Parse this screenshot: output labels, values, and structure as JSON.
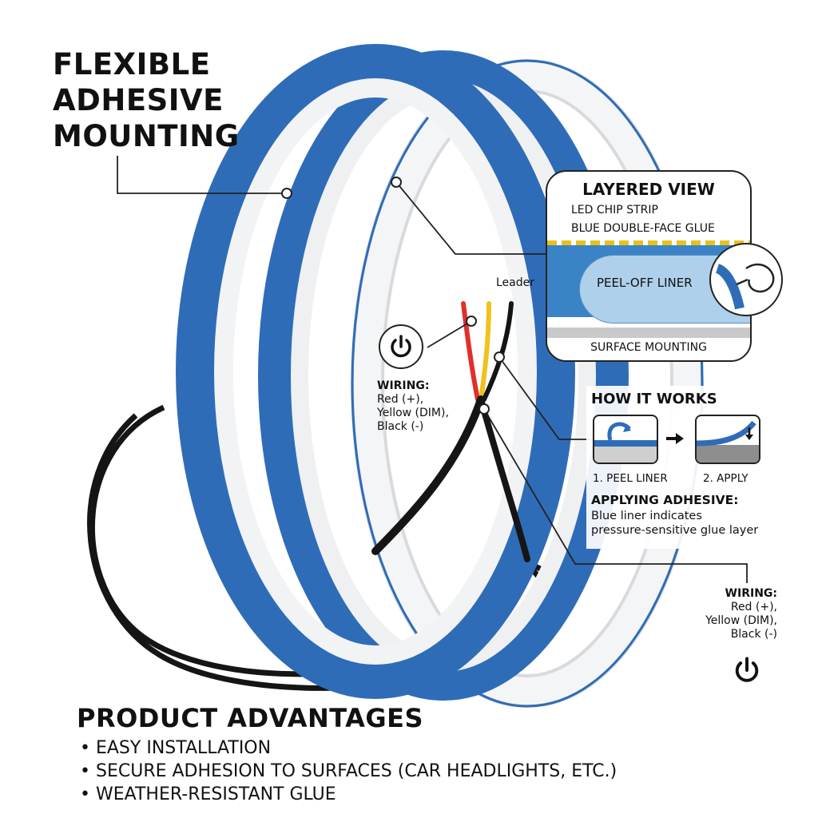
{
  "headline": {
    "lines": [
      "FLEXIBLE",
      "ADHESIVE",
      "MOUNTING"
    ]
  },
  "layered_view": {
    "title": "LAYERED VIEW",
    "led_chip_strip": "LED CHIP STRIP",
    "blue_glue": "BLUE DOUBLE-FACE GLUE",
    "peel_off_liner": "PEEL-OFF LINER",
    "surface_mounting": "SURFACE MOUNTING",
    "leader": "Leader"
  },
  "wiring_left": {
    "title": "WIRING:",
    "red": "Red (+),",
    "yellow": "Yellow (DIM),",
    "black": "Black (-)"
  },
  "wiring_right": {
    "title": "WIRING:",
    "red": "Red (+),",
    "yellow": "Yellow (DIM),",
    "black": "Black (-)"
  },
  "how_it_works": {
    "title": "HOW IT WORKS",
    "step1": "1. PEEL LINER",
    "step2": "2. APPLY",
    "applying_title": "APPLYING ADHESIVE:",
    "applying_desc_1": "Blue liner indicates",
    "applying_desc_2": "pressure-sensitive glue layer"
  },
  "advantages": {
    "title": "PRODUCT ADVANTAGES",
    "items": [
      "EASY INSTALLATION",
      "SECURE ADHESION TO SURFACES (CAR HEADLIGHTS, ETC.)",
      "WEATHER-RESISTANT GLUE"
    ]
  },
  "colors": {
    "ring_blue": "#2f6cb8",
    "ring_white": "#f2f3f5",
    "wire_red": "#e0302a",
    "wire_yellow": "#f0c21b",
    "wire_black": "#151515"
  },
  "icons": [
    "power-icon",
    "peel-liner-icon",
    "apply-icon",
    "arrow-right-icon",
    "hand-peel-icon"
  ]
}
